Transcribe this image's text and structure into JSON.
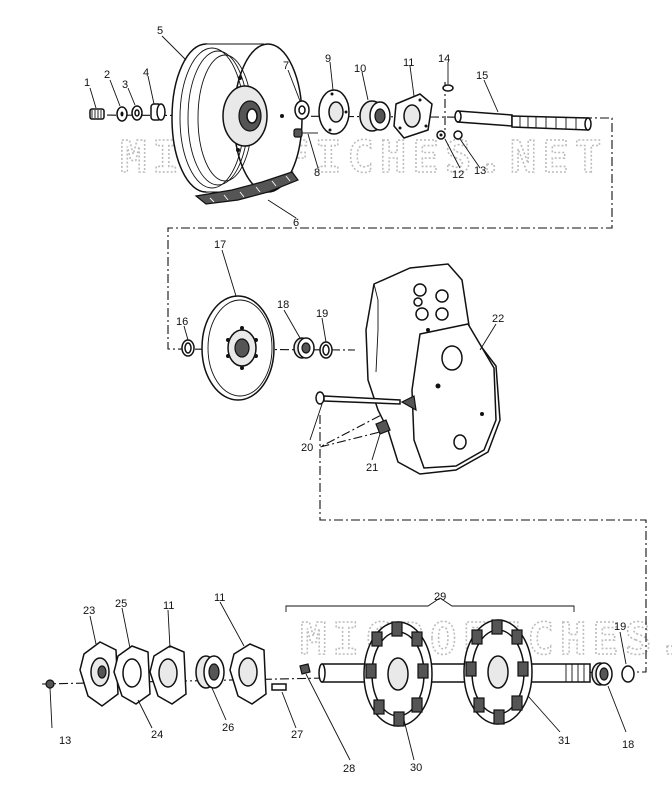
{
  "watermark": "MICROFICHES.NET",
  "labels": {
    "l1": "1",
    "l2": "2",
    "l3": "3",
    "l4": "4",
    "l5": "5",
    "l6": "6",
    "l7": "7",
    "l8": "8",
    "l9": "9",
    "l10": "10",
    "l11a": "11",
    "l12": "12",
    "l13a": "13",
    "l14": "14",
    "l15": "15",
    "l16": "16",
    "l17": "17",
    "l18a": "18",
    "l19a": "19",
    "l20": "20",
    "l21": "21",
    "l22": "22",
    "l23": "23",
    "l25": "25",
    "l11b": "11",
    "l11c": "11",
    "l13b": "13",
    "l24": "24",
    "l26": "26",
    "l27": "27",
    "l28": "28",
    "l29": "29",
    "l30": "30",
    "l31": "31",
    "l18b": "18",
    "l19b": "19"
  }
}
